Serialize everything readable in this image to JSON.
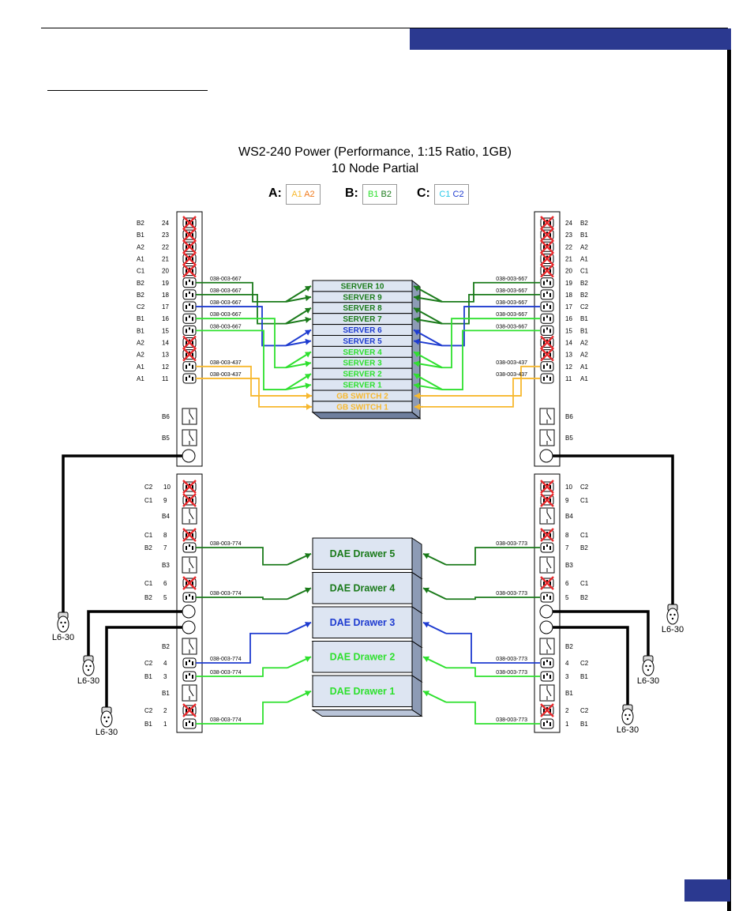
{
  "header": {
    "left_text": "",
    "section_text": ""
  },
  "diagram": {
    "title": "WS2-240 Power (Performance, 1:15 Ratio, 1GB)",
    "subtitle": "10 Node Partial",
    "legend": [
      {
        "key": "A:",
        "codes": [
          "A1",
          "A2"
        ],
        "colors": [
          "#f7b82e",
          "#f07a1c"
        ]
      },
      {
        "key": "B:",
        "codes": [
          "B1",
          "B2"
        ],
        "colors": [
          "#2ee02e",
          "#1a7a1a"
        ]
      },
      {
        "key": "C:",
        "codes": [
          "C1",
          "C2"
        ],
        "colors": [
          "#29c8e8",
          "#1e3bd0"
        ]
      }
    ],
    "colors": {
      "A1": "#f7b82e",
      "A2": "#f07a1c",
      "B1": "#2ee02e",
      "B2": "#1a7a1a",
      "C1": "#29c8e8",
      "C2": "#1e3bd0"
    },
    "upper_pdu": {
      "left_outlets": [
        {
          "num": "24",
          "circuit": "B2",
          "state": "x"
        },
        {
          "num": "23",
          "circuit": "B1",
          "state": "x"
        },
        {
          "num": "22",
          "circuit": "A2",
          "state": "x"
        },
        {
          "num": "21",
          "circuit": "A1",
          "state": "x"
        },
        {
          "num": "20",
          "circuit": "C1",
          "state": "x"
        },
        {
          "num": "19",
          "circuit": "B2",
          "state": "on"
        },
        {
          "num": "18",
          "circuit": "B2",
          "state": "on"
        },
        {
          "num": "17",
          "circuit": "C2",
          "state": "on"
        },
        {
          "num": "16",
          "circuit": "B1",
          "state": "on"
        },
        {
          "num": "15",
          "circuit": "B1",
          "state": "on"
        },
        {
          "num": "14",
          "circuit": "A2",
          "state": "x"
        },
        {
          "num": "13",
          "circuit": "A2",
          "state": "x"
        },
        {
          "num": "12",
          "circuit": "A1",
          "state": "on"
        },
        {
          "num": "11",
          "circuit": "A1",
          "state": "on"
        }
      ],
      "right_outlets": [
        {
          "num": "24",
          "circuit": "B2",
          "state": "x"
        },
        {
          "num": "23",
          "circuit": "B1",
          "state": "x"
        },
        {
          "num": "22",
          "circuit": "A2",
          "state": "x"
        },
        {
          "num": "21",
          "circuit": "A1",
          "state": "x"
        },
        {
          "num": "20",
          "circuit": "C1",
          "state": "x"
        },
        {
          "num": "19",
          "circuit": "B2",
          "state": "on"
        },
        {
          "num": "18",
          "circuit": "B2",
          "state": "on"
        },
        {
          "num": "17",
          "circuit": "C2",
          "state": "on"
        },
        {
          "num": "16",
          "circuit": "B1",
          "state": "on"
        },
        {
          "num": "15",
          "circuit": "B1",
          "state": "on"
        },
        {
          "num": "14",
          "circuit": "A2",
          "state": "x"
        },
        {
          "num": "13",
          "circuit": "A2",
          "state": "x"
        },
        {
          "num": "12",
          "circuit": "A1",
          "state": "on"
        },
        {
          "num": "11",
          "circuit": "A1",
          "state": "on"
        }
      ],
      "breakers": [
        "B6",
        "B5"
      ]
    },
    "lower_pdu": {
      "rows": [
        {
          "kind": "outlet",
          "num": "10",
          "circuit": "C2",
          "state": "x"
        },
        {
          "kind": "outlet",
          "num": "9",
          "circuit": "C1",
          "state": "x"
        },
        {
          "kind": "breaker",
          "label": "B4"
        },
        {
          "kind": "outlet",
          "num": "8",
          "circuit": "C1",
          "state": "x"
        },
        {
          "kind": "outlet",
          "num": "7",
          "circuit": "B2",
          "state": "on"
        },
        {
          "kind": "breaker",
          "label": "B3"
        },
        {
          "kind": "outlet",
          "num": "6",
          "circuit": "C1",
          "state": "x"
        },
        {
          "kind": "outlet",
          "num": "5",
          "circuit": "B2",
          "state": "on"
        },
        {
          "kind": "plug"
        },
        {
          "kind": "plug"
        },
        {
          "kind": "breaker",
          "label": "B2"
        },
        {
          "kind": "outlet",
          "num": "4",
          "circuit": "C2",
          "state": "on"
        },
        {
          "kind": "outlet",
          "num": "3",
          "circuit": "B1",
          "state": "on"
        },
        {
          "kind": "breaker",
          "label": "B1"
        },
        {
          "kind": "outlet",
          "num": "2",
          "circuit": "C2",
          "state": "x"
        },
        {
          "kind": "outlet",
          "num": "1",
          "circuit": "B1",
          "state": "on"
        }
      ]
    },
    "servers": [
      {
        "label": "SERVER 10",
        "color": "#1a7a1a"
      },
      {
        "label": "SERVER 9",
        "color": "#1a7a1a"
      },
      {
        "label": "SERVER 8",
        "color": "#1a7a1a"
      },
      {
        "label": "SERVER 7",
        "color": "#1a7a1a"
      },
      {
        "label": "SERVER 6",
        "color": "#1e3bd0"
      },
      {
        "label": "SERVER 5",
        "color": "#1e3bd0"
      },
      {
        "label": "SERVER 4",
        "color": "#2ee02e"
      },
      {
        "label": "SERVER 3",
        "color": "#2ee02e"
      },
      {
        "label": "SERVER 2",
        "color": "#2ee02e"
      },
      {
        "label": "SERVER 1",
        "color": "#2ee02e"
      },
      {
        "label": "GB SWITCH 2",
        "color": "#f7b82e"
      },
      {
        "label": "GB SWITCH 1",
        "color": "#f7b82e"
      }
    ],
    "drawers": [
      {
        "label": "DAE Drawer 5",
        "color": "#1a7a1a"
      },
      {
        "label": "DAE Drawer 4",
        "color": "#1a7a1a"
      },
      {
        "label": "DAE Drawer 3",
        "color": "#1e3bd0"
      },
      {
        "label": "DAE Drawer 2",
        "color": "#2ee02e"
      },
      {
        "label": "DAE Drawer 1",
        "color": "#2ee02e"
      }
    ],
    "cable_parts": {
      "server_left": "038-003-667",
      "server_right": "038-003-667",
      "switch_left": "038-003-437",
      "switch_right": "038-003-437",
      "dae_left": "038-003-774",
      "dae_right": "038-003-773"
    },
    "plug_label": "L6-30",
    "connections_upper": [
      {
        "outlet": "19",
        "circuit": "B2",
        "targets": [
          "SERVER 10",
          "SERVER 9"
        ],
        "part_left": "038-003-667",
        "part_right": "038-003-667"
      },
      {
        "outlet": "18",
        "circuit": "B2",
        "targets": [
          "SERVER 8",
          "SERVER 7"
        ],
        "part_left": "038-003-667",
        "part_right": "038-003-667"
      },
      {
        "outlet": "17",
        "circuit": "C2",
        "targets": [
          "SERVER 6",
          "SERVER 5"
        ],
        "part_left": "038-003-667",
        "part_right": "038-003-667"
      },
      {
        "outlet": "16",
        "circuit": "B1",
        "targets": [
          "SERVER 4",
          "SERVER 3"
        ],
        "part_left": "038-003-667",
        "part_right": "038-003-667"
      },
      {
        "outlet": "15",
        "circuit": "B1",
        "targets": [
          "SERVER 2",
          "SERVER 1"
        ],
        "part_left": "038-003-667",
        "part_right": "038-003-667"
      },
      {
        "outlet": "12",
        "circuit": "A1",
        "targets": [
          "GB SWITCH 2"
        ],
        "part_left": "038-003-437",
        "part_right": "038-003-437"
      },
      {
        "outlet": "11",
        "circuit": "A1",
        "targets": [
          "GB SWITCH 1"
        ],
        "part_left": "038-003-437",
        "part_right": "038-003-437"
      }
    ],
    "connections_lower": [
      {
        "outlet": "7",
        "circuit": "B2",
        "target": "DAE Drawer 5",
        "part_left": "038-003-774",
        "part_right": "038-003-773"
      },
      {
        "outlet": "5",
        "circuit": "B2",
        "target": "DAE Drawer 4",
        "part_left": "038-003-774",
        "part_right": "038-003-773"
      },
      {
        "outlet": "4",
        "circuit": "C2",
        "target": "DAE Drawer 3",
        "part_left": "038-003-774",
        "part_right": "038-003-773"
      },
      {
        "outlet": "3",
        "circuit": "B1",
        "target": "DAE Drawer 2",
        "part_left": "038-003-774",
        "part_right": "038-003-773"
      },
      {
        "outlet": "1",
        "circuit": "B1",
        "target": "DAE Drawer 1",
        "part_left": "038-003-774",
        "part_right": "038-003-773"
      }
    ]
  }
}
